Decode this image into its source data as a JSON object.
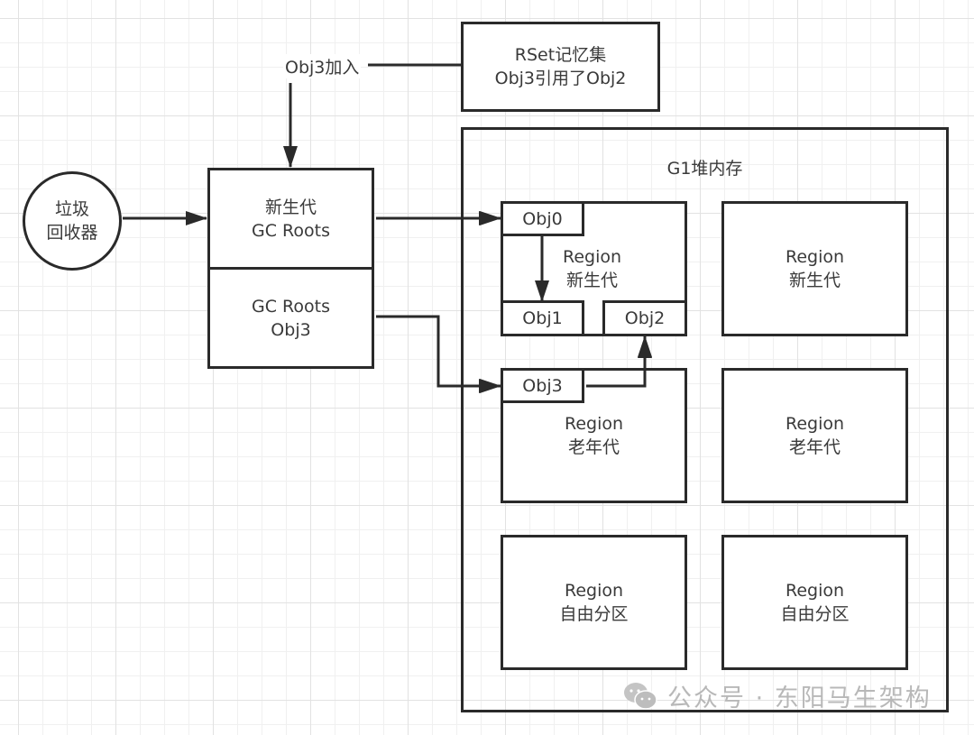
{
  "diagram": {
    "collector": {
      "line1": "垃圾",
      "line2": "回收器"
    },
    "gc_roots_box": {
      "top": {
        "line1": "新生代",
        "line2": "GC Roots"
      },
      "bottom": {
        "line1": "GC Roots",
        "line2": "Obj3"
      }
    },
    "rset_box": {
      "line1": "RSet记忆集",
      "line2": "Obj3引用了Obj2"
    },
    "rset_label": "Obj3加入",
    "heap": {
      "title": "G1堆内存",
      "regions": [
        {
          "line1": "Region",
          "line2": "新生代"
        },
        {
          "line1": "Region",
          "line2": "新生代"
        },
        {
          "line1": "Region",
          "line2": "老年代"
        },
        {
          "line1": "Region",
          "line2": "老年代"
        },
        {
          "line1": "Region",
          "line2": "自由分区"
        },
        {
          "line1": "Region",
          "line2": "自由分区"
        }
      ],
      "objects": {
        "obj0": "Obj0",
        "obj1": "Obj1",
        "obj2": "Obj2",
        "obj3": "Obj3"
      }
    }
  },
  "watermark": {
    "text": "公众号 · 东阳马生架构",
    "icon": "wechat-icon"
  },
  "colors": {
    "stroke": "#2a2a2a",
    "text": "#3a3a3a",
    "grid": "#e2e2e2",
    "watermark": "#b8b8b8"
  }
}
